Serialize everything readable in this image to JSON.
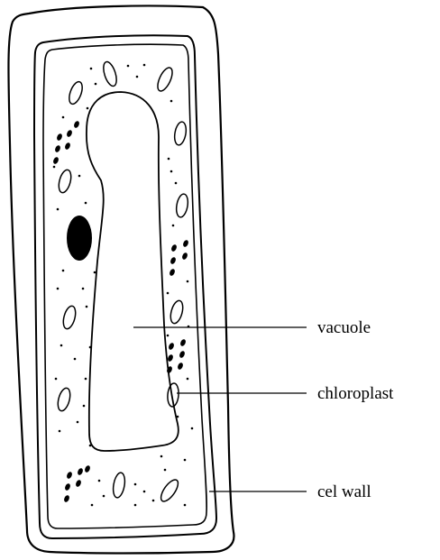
{
  "labels": {
    "vacuole": "vacuole",
    "chloroplast": "chloroplast",
    "cell_wall": "cel wall"
  },
  "colors": {
    "ink": "#000000",
    "background": "#ffffff"
  }
}
